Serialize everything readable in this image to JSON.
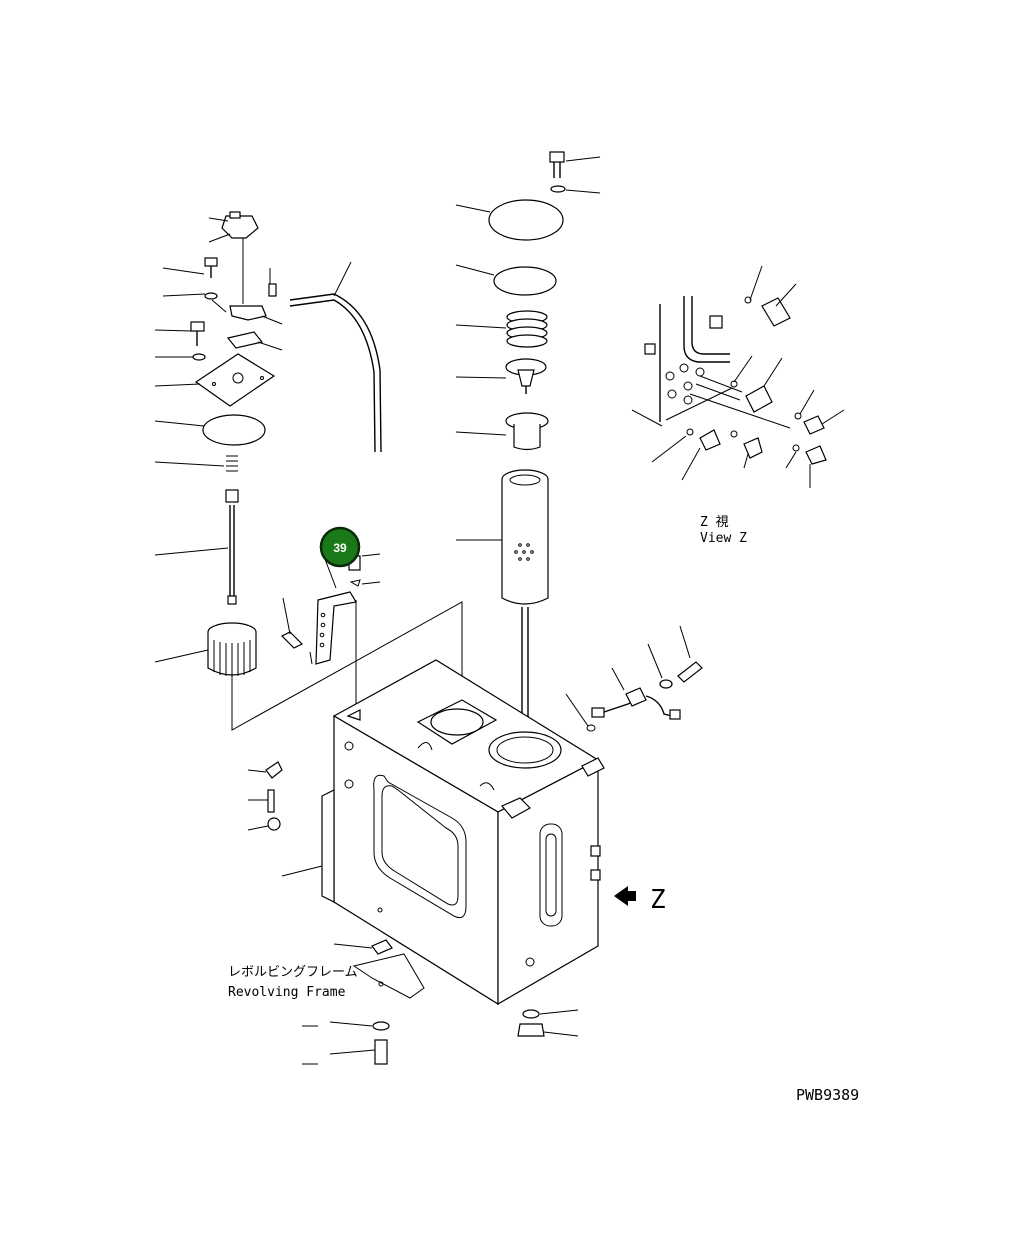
{
  "callout": {
    "number": "39",
    "color": "#1a7a1a"
  },
  "view_label": {
    "jp": "Z 視",
    "en": "View Z"
  },
  "arrow_label": "Z",
  "frame_label": {
    "jp": "レボルビングフレーム",
    "en": "Revolving Frame"
  },
  "drawing_number": "PWB9389"
}
